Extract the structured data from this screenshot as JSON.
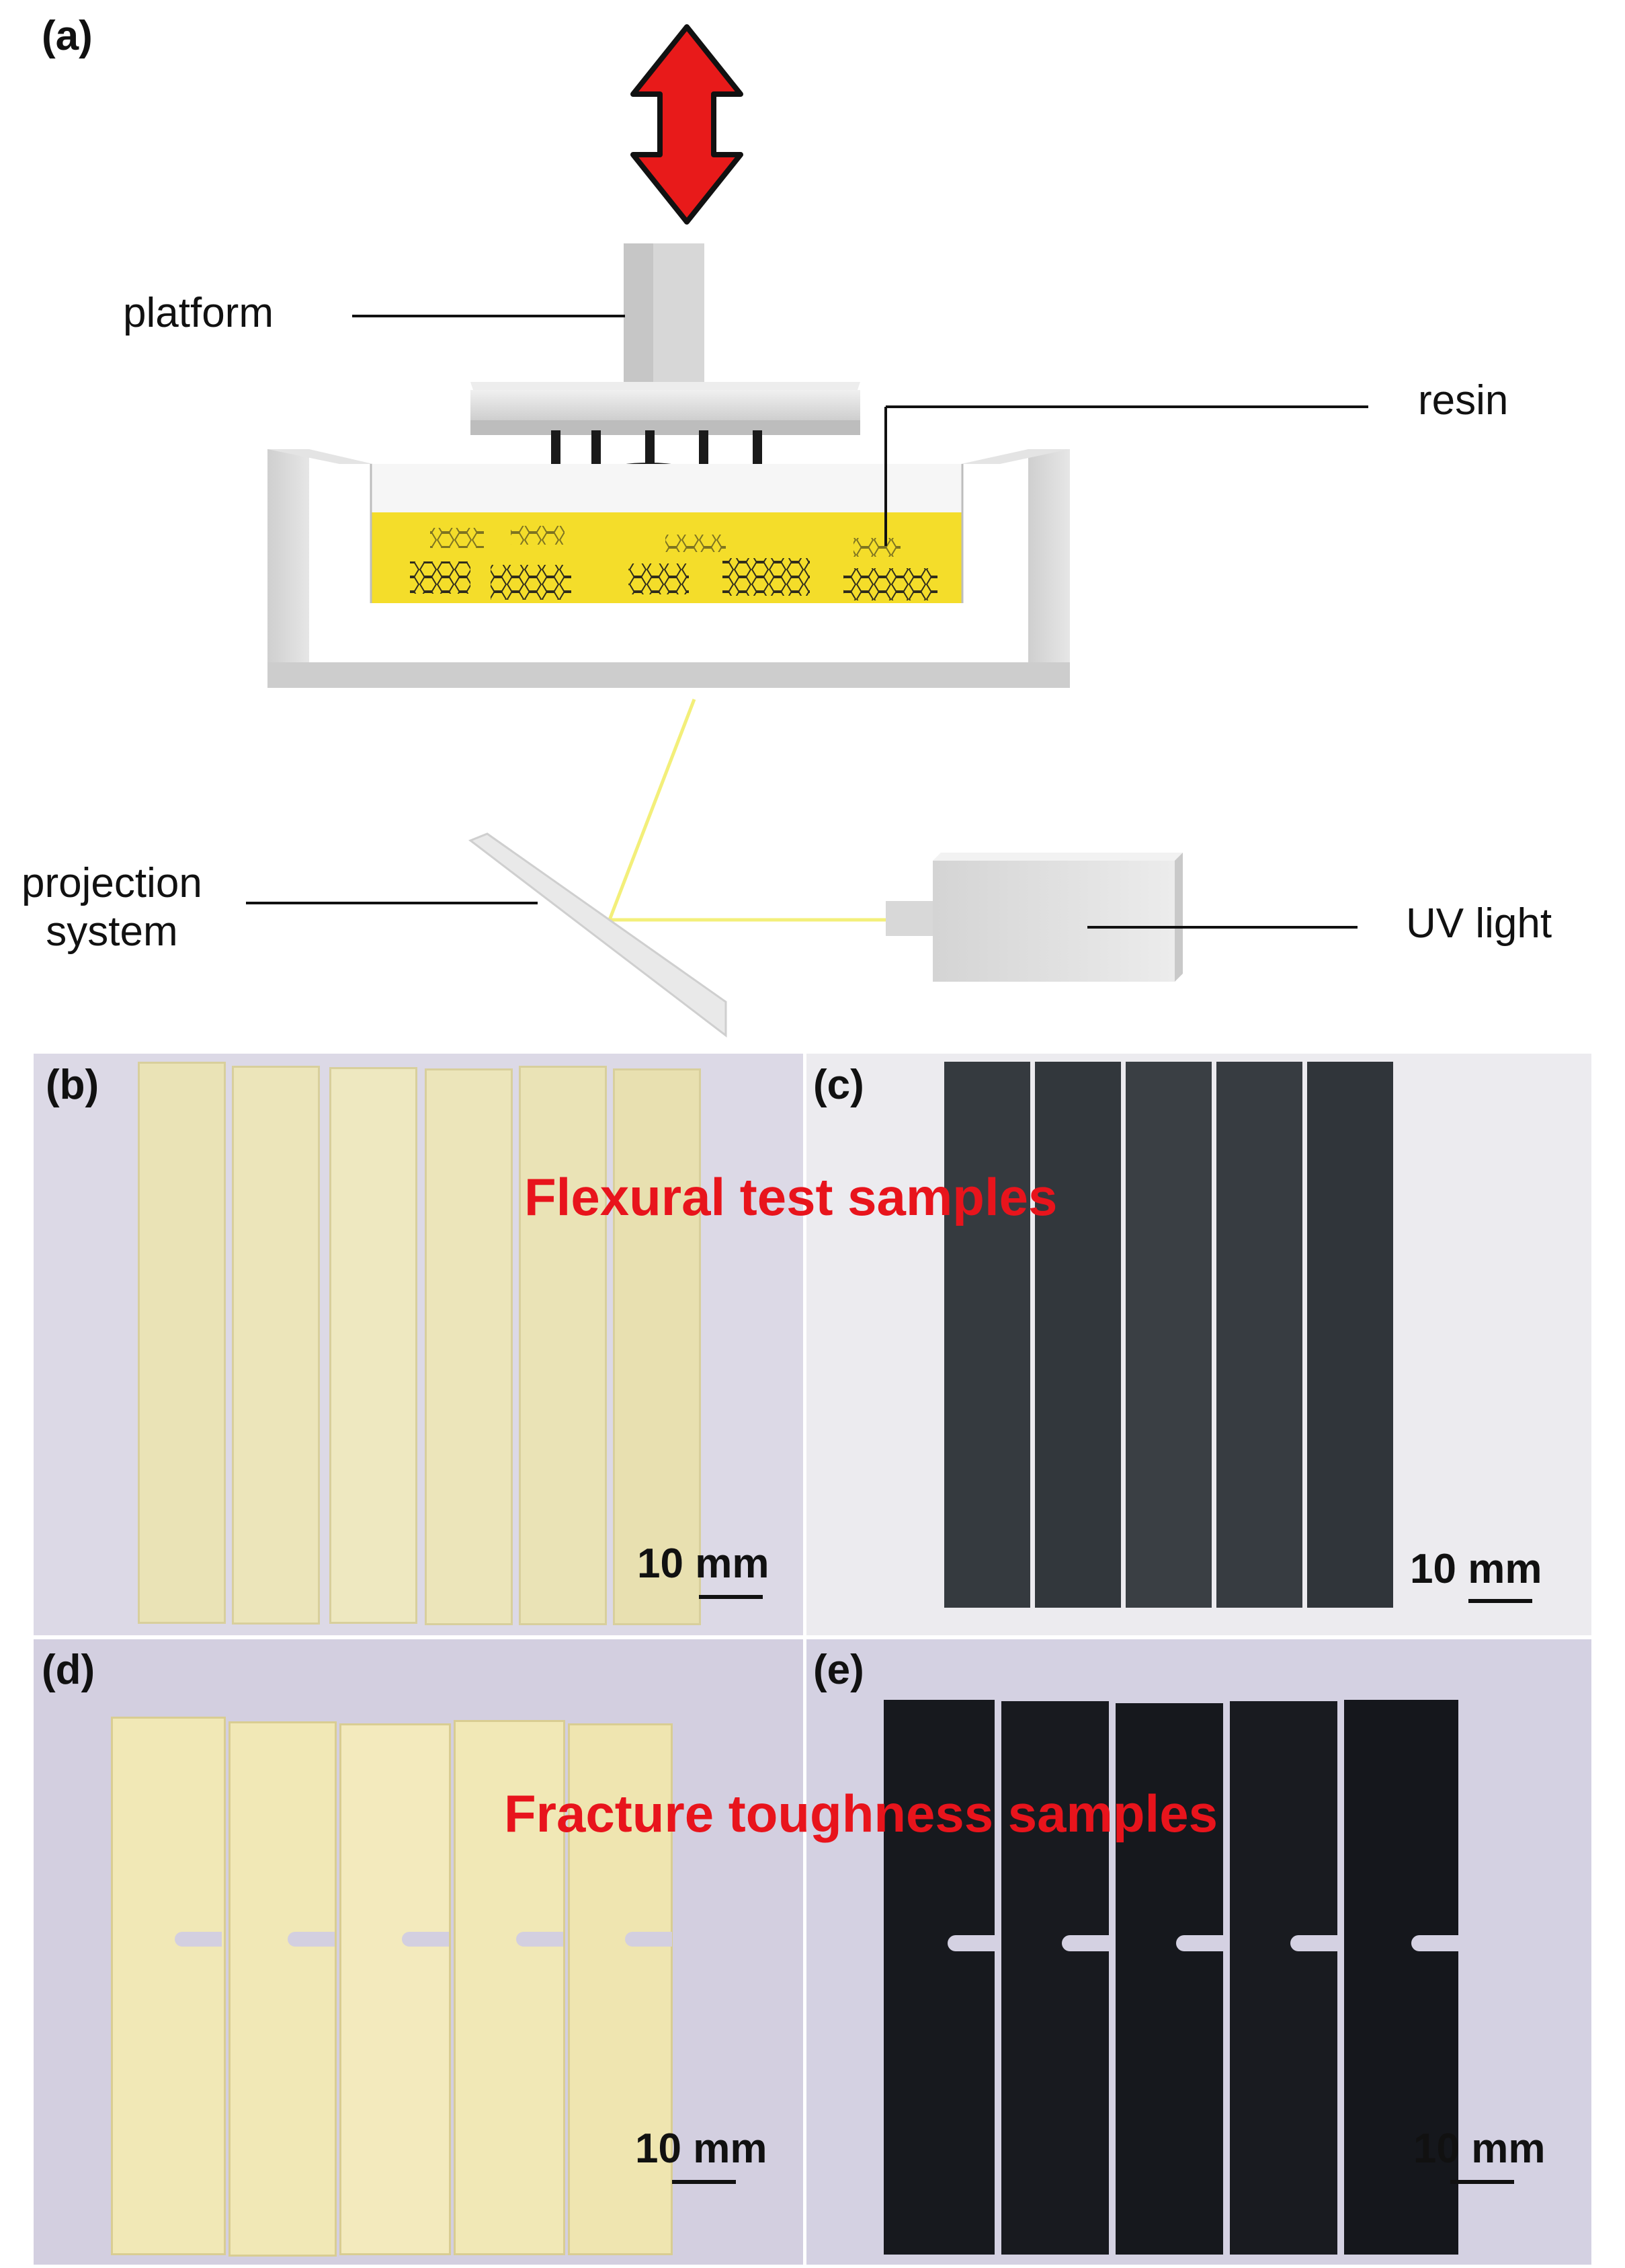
{
  "panel_a": {
    "label": "(a)",
    "labels": {
      "platform": "platform",
      "resin": "resin",
      "projection_line1": "projection",
      "projection_line2": "system",
      "uv_light": "UV light"
    },
    "colors": {
      "arrow": "#e81a1a",
      "resin": "#f4dd2a",
      "light_beam": "#f3ef7a"
    }
  },
  "panels": {
    "b": {
      "label": "(b)",
      "scale": "10 mm",
      "sample_color": "#ece4b8"
    },
    "c": {
      "label": "(c)",
      "scale": "10 mm",
      "sample_color": "#33383d"
    },
    "d": {
      "label": "(d)",
      "scale": "10 mm",
      "sample_color": "#efe6b2"
    },
    "e": {
      "label": "(e)",
      "scale": "10 mm",
      "sample_color": "#16181d"
    }
  },
  "captions": {
    "flexural": "Flexural test samples",
    "fracture": "Fracture toughness samples",
    "color": "#e8141c"
  }
}
